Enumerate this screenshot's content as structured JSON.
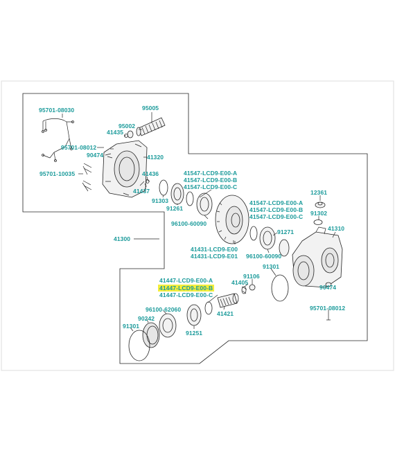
{
  "labels": {
    "p95701_08030": "95701-08030",
    "p95005": "95005",
    "p95002": "95002",
    "p41435": "41435",
    "p95701_08012a": "95701-08012",
    "p90474a": "90474",
    "p41320": "41320",
    "p95701_10035": "95701-10035",
    "p41436": "41436",
    "p41437": "41437",
    "p91303": "91303",
    "p91261": "91261",
    "p41547_a": "41547-LCD9-E00-A",
    "p41547_b": "41547-LCD9-E00-B",
    "p41547_c": "41547-LCD9-E00-C",
    "p96100_60090a": "96100-60090",
    "p41547_a2": "41547-LCD9-E00-A",
    "p41547_b2": "41547-LCD9-E00-B",
    "p41547_c2": "41547-LCD9-E00-C",
    "p12361": "12361",
    "p91302": "91302",
    "p41310": "41310",
    "p41300": "41300",
    "p41431_e00": "41431-LCD9-E00",
    "p41431_e01": "41431-LCD9-E01",
    "p91271": "91271",
    "p96100_60090b": "96100-60090",
    "p91301b": "91301",
    "p91106": "91106",
    "p41405": "41405",
    "p41447_a": "41447-LCD9-E00-A",
    "p41447_b": "41447-LCD9-E00-B",
    "p41447_c": "41447-LCD9-E00-C",
    "p90474b": "90474",
    "p95701_08012b": "95701-08012",
    "p96100_62060": "96100-62060",
    "p90242": "90242",
    "p91301a": "91301",
    "p41421": "41421",
    "p91251": "91251"
  },
  "colors": {
    "label_text": "#1a9a9a",
    "highlight": "#f4ee3a",
    "outline": "#222222"
  }
}
